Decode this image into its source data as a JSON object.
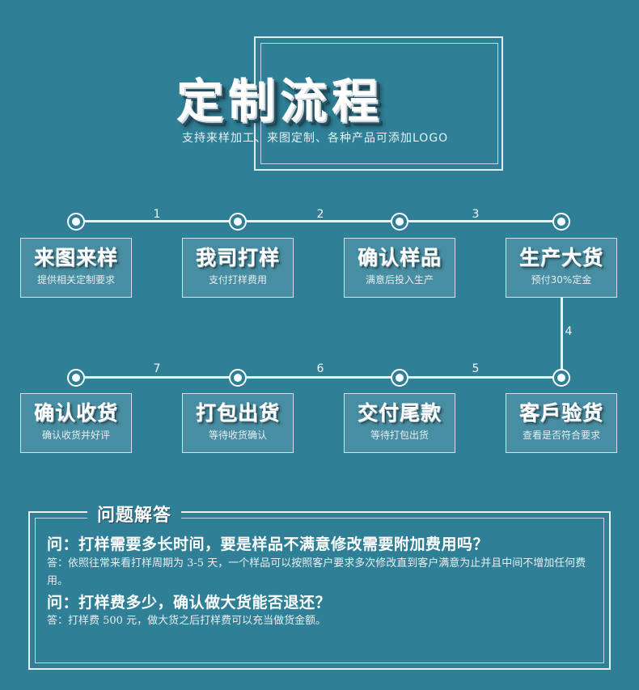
{
  "header": {
    "title": "定制流程",
    "subtitle": "支持来样加工、来图定制、各种产品可添加LOGO"
  },
  "steps": [
    {
      "title": "来图来样",
      "desc": "提供相关定制要求"
    },
    {
      "title": "我司打样",
      "desc": "支付打样费用"
    },
    {
      "title": "确认样品",
      "desc": "满意后投入生产"
    },
    {
      "title": "生产大货",
      "desc": "预付30%定金"
    },
    {
      "title": "客戶验货",
      "desc": "查看是否符合要求"
    },
    {
      "title": "交付尾款",
      "desc": "等待打包出货"
    },
    {
      "title": "打包出货",
      "desc": "等待收货确认"
    },
    {
      "title": "确认收货",
      "desc": "确认收货并好评"
    }
  ],
  "step_numbers": [
    "1",
    "2",
    "3",
    "4",
    "5",
    "6",
    "7"
  ],
  "faq": {
    "title": "问题解答",
    "items": [
      {
        "question": "问：打样需要多长时间，要是样品不满意修改需要附加费用吗？",
        "answer": "答：依照往常来看打样周期为 3-5 天，一个样品可以按照客户要求多次修改直到客户满意为止并且中间不增加任何费用。"
      },
      {
        "question": "问：打样费多少，确认做大货能否退还？",
        "answer": "答：打样费 500 元，做大货之后打样费可以充当做货金额。"
      }
    ]
  },
  "colors": {
    "background": "#2f7f96",
    "line": "#e7f1f4",
    "text": "#ffffff"
  }
}
